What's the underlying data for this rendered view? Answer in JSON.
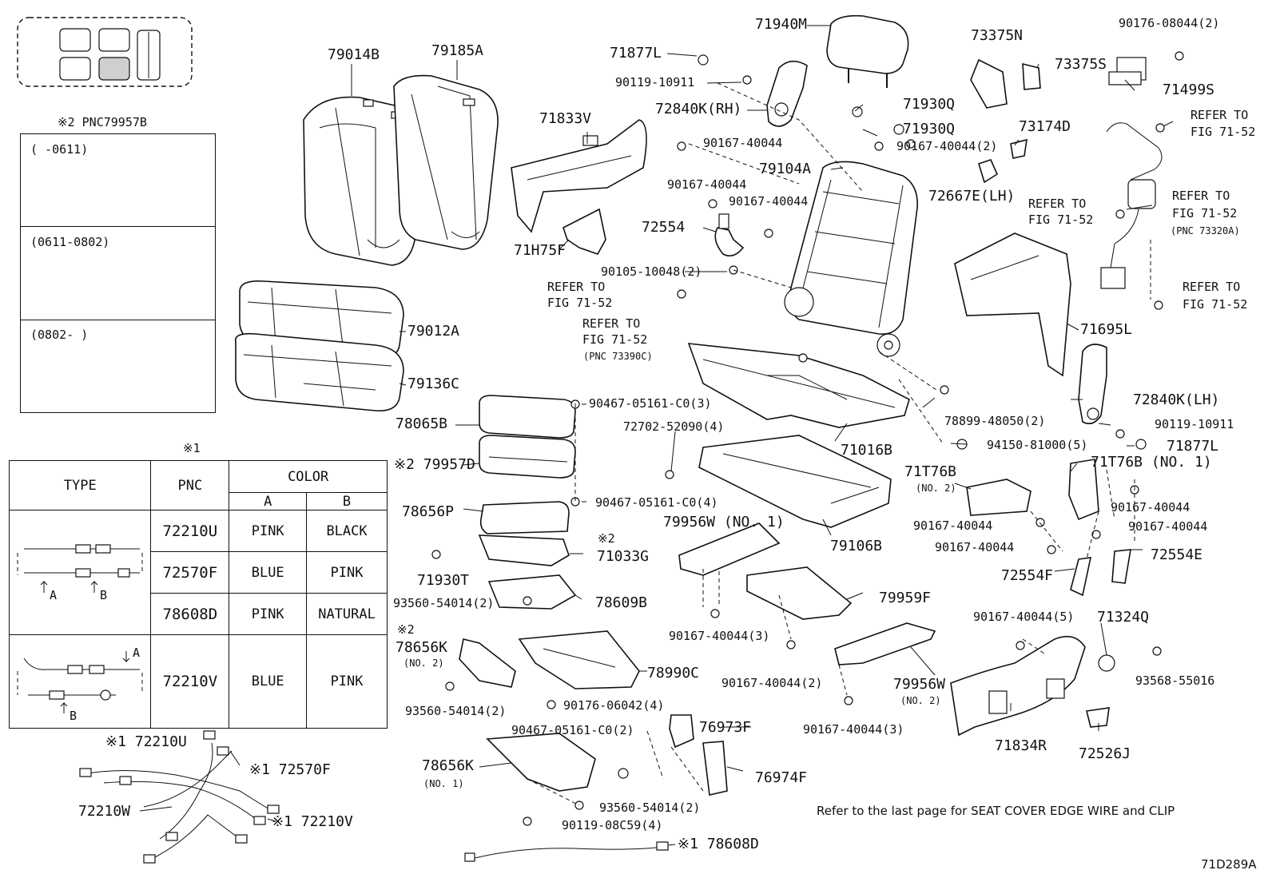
{
  "inset_title": "※2 PNC79957B",
  "inset_periods": [
    "(      -0611)",
    "(0611-0802)",
    "(0802-       )"
  ],
  "color_table": {
    "marker": "※1",
    "headers": {
      "type": "TYPE",
      "pnc": "PNC",
      "color": "COLOR",
      "col_a": "A",
      "col_b": "B"
    },
    "rows": [
      {
        "pnc": "72210U",
        "a": "PINK",
        "b": "BLACK"
      },
      {
        "pnc": "72570F",
        "a": "BLUE",
        "b": "PINK"
      },
      {
        "pnc": "78608D",
        "a": "PINK",
        "b": "NATURAL"
      },
      {
        "pnc": "72210V",
        "a": "BLUE",
        "b": "PINK"
      }
    ],
    "arrow_a": "A",
    "arrow_b": "B"
  },
  "callouts": [
    "79014B",
    "79185A",
    "71940M",
    "71877L",
    "90119-10911",
    "72840K(RH)",
    "71930Q",
    "71930Q",
    "73375N",
    "73375S",
    "90176-08044(2)",
    "71499S",
    "71833V",
    "90167-40044",
    "90167-40044(2)",
    "73174D",
    "REFER TO",
    "FIG 71-52",
    "79104A",
    "90167-40044",
    "90167-40044",
    "72554",
    "72667E(LH)",
    "REFER TO",
    "FIG 71-52",
    "REFER TO",
    "FIG 71-52",
    "(PNC 73320A)",
    "71H75F",
    "90105-10048(2)",
    "REFER TO",
    "FIG 71-52",
    "REFER TO",
    "FIG 71-52",
    "(PNC 73390C)",
    "REFER TO",
    "FIG 71-52",
    "79012A",
    "71695L",
    "79136C",
    "90467-05161-C0(3)",
    "78065B",
    "72702-52090(4)",
    "78899-48050(2)",
    "72840K(LH)",
    "90119-10911",
    "71016B",
    "94150-81000(5)",
    "71877L",
    "※2 79957D",
    "71T76B",
    "(NO. 2)",
    "71T76B (NO. 1)",
    "90467-05161-C0(4)",
    "90167-40044",
    "78656P",
    "79956W (NO. 1)",
    "79106B",
    "90167-40044",
    "90167-40044",
    "※2",
    "71033G",
    "90167-40044",
    "72554E",
    "71930T",
    "72554F",
    "93560-54014(2)",
    "78609B",
    "79959F",
    "※2",
    "78656K",
    "(NO. 2)",
    "90167-40044(5)",
    "71324Q",
    "90167-40044(3)",
    "78990C",
    "90167-40044(2)",
    "79956W",
    "(NO. 2)",
    "93568-55016",
    "93560-54014(2)",
    "90176-06042(4)",
    "90467-05161-C0(2)",
    "76973F",
    "90167-40044(3)",
    "71834R",
    "72526J",
    "78656K",
    "(NO. 1)",
    "76974F",
    "93560-54014(2)",
    "90119-08C59(4)",
    "※1 72210U",
    "※1 72570F",
    "72210W",
    "※1 72210V",
    "※1 78608D"
  ],
  "footnote": "Refer to the last page for SEAT COVER EDGE WIRE and CLIP",
  "figure_code": "71D289A"
}
